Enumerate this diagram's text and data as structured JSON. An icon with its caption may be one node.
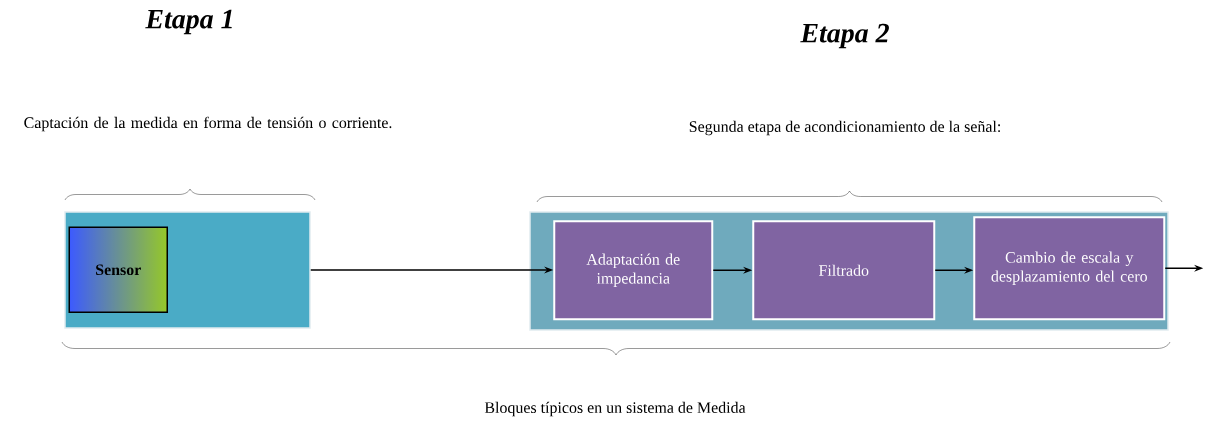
{
  "diagram": {
    "nodes": [
      {
        "text": [],
        "shape": "box"
      },
      {
        "text": [
          "Sensor"
        ],
        "in": 0
      },
      {
        "text": [],
        "shape": "box"
      },
      {
        "text": [
          "Adaptación de impedancia"
        ],
        "in": 2
      },
      {
        "text": [
          "Filtrado"
        ],
        "in": 2
      },
      {
        "text": [
          "Cambio de escala y desplazamiento del cero"
        ],
        "in": 2
      }
    ],
    "edges": [
      {
        "from": 0,
        "to": 3,
        "arrow": "to"
      },
      {
        "from": 3,
        "to": 4,
        "arrow": "to"
      },
      {
        "from": 4,
        "to": 5,
        "arrow": "to"
      },
      {
        "from": 5,
        "to": null,
        "arrow": "to"
      }
    ],
    "labels": [
      "Etapa 1",
      "Etapa 2",
      "Captación de la medida en forma de tensión o corriente.",
      "Segunda etapa de acondicionamiento de la señal:",
      "Bloques típicos en un sistema de Medida"
    ]
  }
}
